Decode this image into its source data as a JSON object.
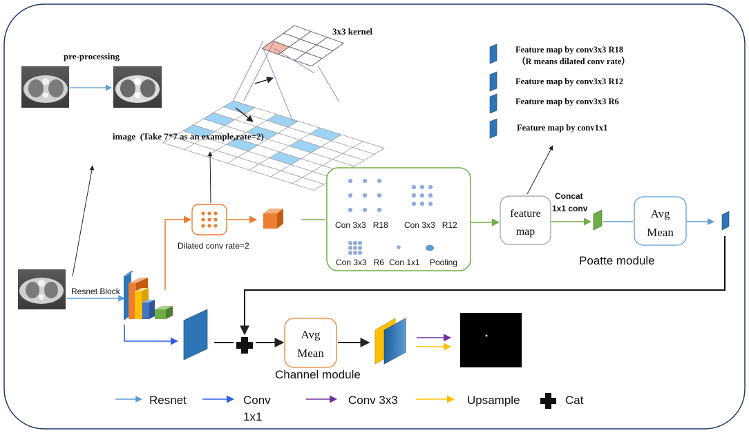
{
  "preprocessing": {
    "title": "pre-processing"
  },
  "kernel": {
    "title": "3x3 kernel"
  },
  "image_caption": "image  (Take 7*7 as an example,rate=2)",
  "feature_legend": {
    "r18": "Feature map by conv3x3 R18",
    "r18_note": "（R means dilated conv rate）",
    "r12": "Feature map by conv3x3 R12",
    "r6": "Feature map by conv3x3 R6",
    "conv1x1": "Feature map by conv1x1"
  },
  "dilated_label": "Dilated conv rate=2",
  "resnet_block_label": "Resnet Block",
  "aspp": {
    "r18": "Con 3x3   R18",
    "r12": "Con 3x3   R12",
    "r6": "Con 3x3   R6",
    "c1": "Con 1x1",
    "pool": "Pooling"
  },
  "feature_map": {
    "line1": "feature",
    "line2": "map"
  },
  "concat": {
    "line1": "Concat",
    "line2": "1x1 conv"
  },
  "avg_mean": {
    "line1": "Avg",
    "line2": "Mean"
  },
  "poatte_label": "Poatte module",
  "channel_label": "Channel module",
  "legend": {
    "resnet": "Resnet",
    "conv_line1": "Conv",
    "conv_line2": "1x1",
    "conv3x3": "Conv 3x3",
    "upsample": "Upsample",
    "cat": "Cat"
  },
  "colors": {
    "border": "#1f3864",
    "resnet_arrow": "#5b9bd5",
    "conv1x1_arrow": "#2e5fe0",
    "conv3x3_arrow": "#7030a0",
    "upsample_arrow": "#ffc000",
    "orange": "#ed7d31",
    "green": "#70ad47",
    "grid_fill": "#9dd3f5",
    "kernel_fill": "#f4b7a8",
    "dot": "#8faadc",
    "layer_blue": "#2e75b6"
  }
}
